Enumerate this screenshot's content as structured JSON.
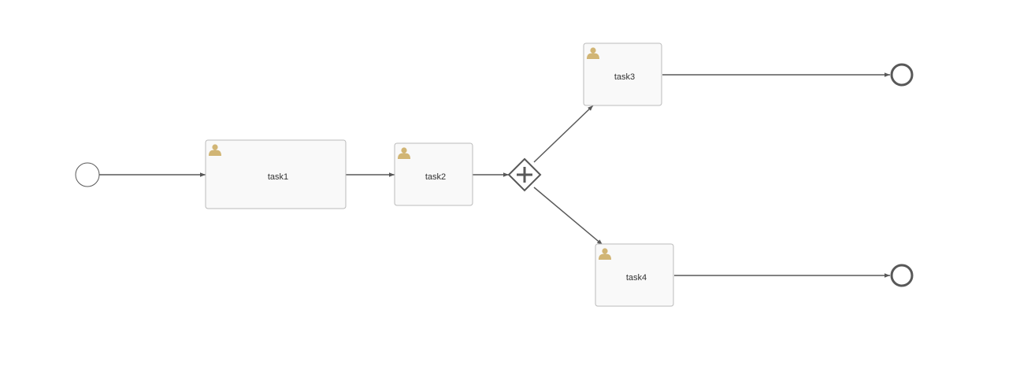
{
  "diagram": {
    "type": "bpmn-process",
    "colors": {
      "flow": "#585858",
      "task_fill": "#f9f9f9",
      "task_border": "#bbbbbb",
      "user_icon": "#d1b575",
      "label": "#333333"
    },
    "tasks": [
      {
        "id": "task1",
        "label": "task1",
        "icon": "user-icon"
      },
      {
        "id": "task2",
        "label": "task2",
        "icon": "user-icon"
      },
      {
        "id": "task3",
        "label": "task3",
        "icon": "user-icon"
      },
      {
        "id": "task4",
        "label": "task4",
        "icon": "user-icon"
      }
    ],
    "events": [
      {
        "id": "start",
        "kind": "start"
      },
      {
        "id": "end1",
        "kind": "end"
      },
      {
        "id": "end2",
        "kind": "end"
      }
    ],
    "gateways": [
      {
        "id": "gateway1",
        "kind": "parallel",
        "icon": "plus-icon"
      }
    ],
    "flows": [
      {
        "from": "start",
        "to": "task1"
      },
      {
        "from": "task1",
        "to": "task2"
      },
      {
        "from": "task2",
        "to": "gateway1"
      },
      {
        "from": "gateway1",
        "to": "task3"
      },
      {
        "from": "gateway1",
        "to": "task4"
      },
      {
        "from": "task3",
        "to": "end1"
      },
      {
        "from": "task4",
        "to": "end2"
      }
    ]
  }
}
